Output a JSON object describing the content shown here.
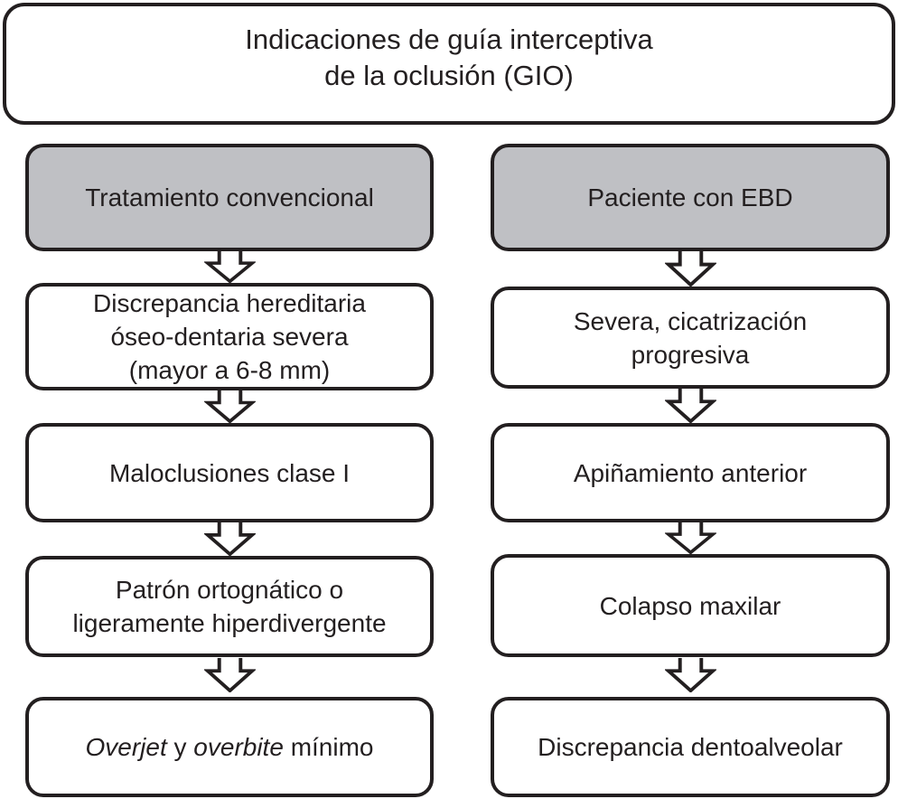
{
  "title": {
    "line1": "Indicaciones de guía interceptiva",
    "line2": "de la oclusión (GIO)"
  },
  "columns": [
    {
      "header": "Tratamiento convencional",
      "steps": [
        {
          "lines": [
            "Discrepancia hereditaria",
            "óseo-dentaria severa",
            "(mayor a 6-8 mm)"
          ]
        },
        {
          "lines": [
            "Maloclusiones clase I"
          ]
        },
        {
          "lines": [
            "Patrón ortognático o",
            "ligeramente hiperdivergente"
          ]
        },
        {
          "segments": [
            {
              "text": "Overjet",
              "italic": true
            },
            {
              "text": " y ",
              "italic": false
            },
            {
              "text": "overbite",
              "italic": true
            },
            {
              "text": " mínimo",
              "italic": false
            }
          ]
        }
      ]
    },
    {
      "header": "Paciente con EBD",
      "steps": [
        {
          "lines": [
            "Severa, cicatrización",
            "progresiva"
          ]
        },
        {
          "lines": [
            "Apiñamiento anterior"
          ]
        },
        {
          "lines": [
            "Colapso maxilar"
          ]
        },
        {
          "lines": [
            "Discrepancia dentoalveolar"
          ]
        }
      ]
    }
  ],
  "icons": {
    "arrow": "down-block-arrow"
  },
  "colors": {
    "header_fill": "#bfc0c4",
    "box_fill": "#ffffff",
    "outline": "#231f20"
  }
}
